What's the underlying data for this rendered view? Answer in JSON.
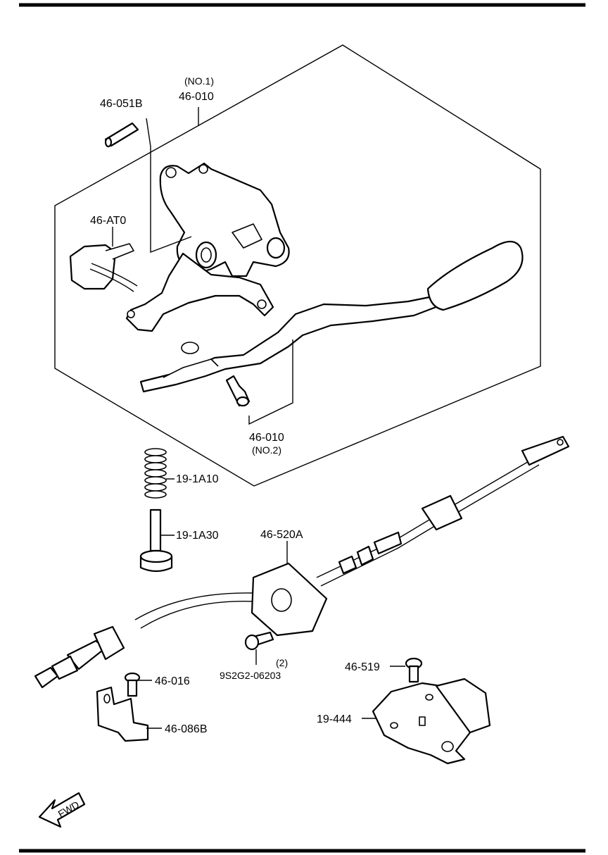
{
  "labels": {
    "lever_no1_note": "(NO.1)",
    "lever_no1": "46-010",
    "pin": "46-051B",
    "switch_at": "46-AT0",
    "lever_no2": "46-010",
    "lever_no2_note": "(NO.2)",
    "spring": "19-1A10",
    "plunger": "19-1A30",
    "cable": "46-520A",
    "bolt_cable": "9S2G2-06203",
    "bolt_cable_qty": "(2)",
    "bolt_bracket": "46-016",
    "bracket": "46-086B",
    "bolt_switch": "46-519",
    "inhibitor_switch": "19-444",
    "fwd": "FWD"
  }
}
